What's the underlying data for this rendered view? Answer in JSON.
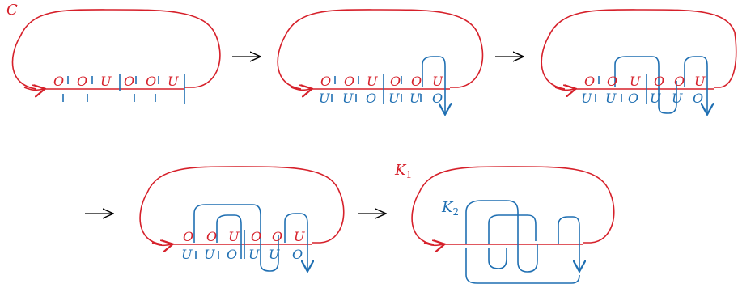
{
  "colors": {
    "red": "#d6202a",
    "blue": "#1f6fb2",
    "arrow": "#000000"
  },
  "labels": {
    "curve": "C",
    "k1": "K",
    "k1_sub": "1",
    "k2": "K",
    "k2_sub": "2"
  },
  "panel1": {
    "over": [
      "O",
      "O",
      "U",
      "O",
      "O",
      "U"
    ]
  },
  "panel2": {
    "over": [
      "O",
      "O",
      "U",
      "O",
      "O",
      "U"
    ],
    "under": [
      "U",
      "U",
      "O",
      "U",
      "U",
      "O"
    ]
  },
  "panel3": {
    "over": [
      "O",
      "O",
      "U",
      "O",
      "O",
      "U"
    ],
    "under": [
      "U",
      "U",
      "O",
      "U",
      "U",
      "O"
    ]
  },
  "panel4": {
    "over": [
      "O",
      "O",
      "U",
      "O",
      "O",
      "U"
    ],
    "under": [
      "U",
      "U",
      "O",
      "U",
      "U",
      "O"
    ]
  }
}
